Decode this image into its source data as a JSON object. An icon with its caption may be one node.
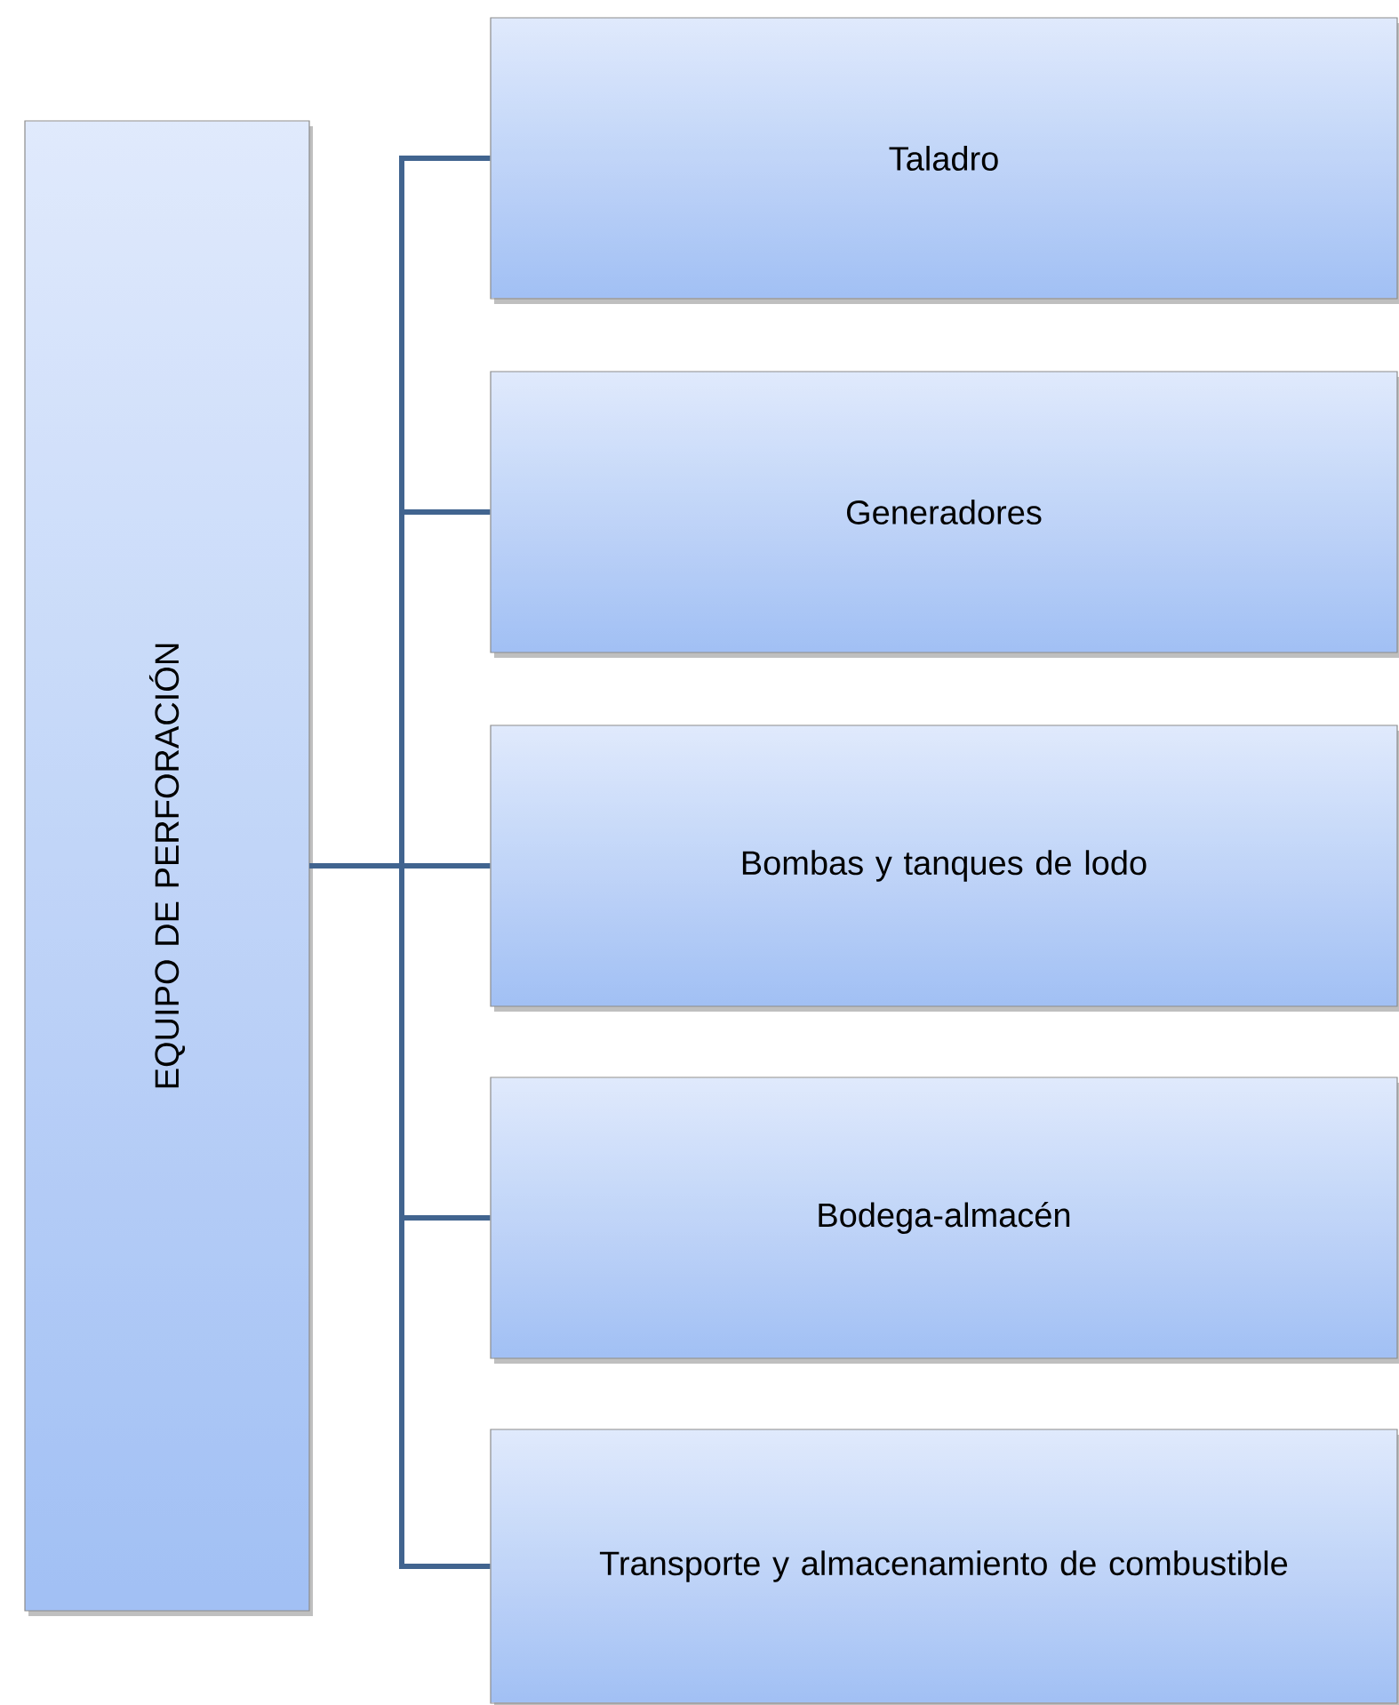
{
  "diagram": {
    "nodes": [
      {
        "text": [
          "EQUIPO DE PERFORACIÓN"
        ]
      },
      {
        "text": [
          "Taladro"
        ]
      },
      {
        "text": [
          "Generadores"
        ]
      },
      {
        "text": [
          "Bombas y tanques de lodo"
        ]
      },
      {
        "text": [
          "Bodega-almacén"
        ]
      },
      {
        "text": [
          "Transporte y almacenamiento de combustible"
        ]
      }
    ],
    "edges": [
      {
        "from": 0,
        "to": 1,
        "arrow": "none"
      },
      {
        "from": 0,
        "to": 2,
        "arrow": "none"
      },
      {
        "from": 0,
        "to": 3,
        "arrow": "none"
      },
      {
        "from": 0,
        "to": 4,
        "arrow": "none"
      },
      {
        "from": 0,
        "to": 5,
        "arrow": "none"
      }
    ]
  }
}
